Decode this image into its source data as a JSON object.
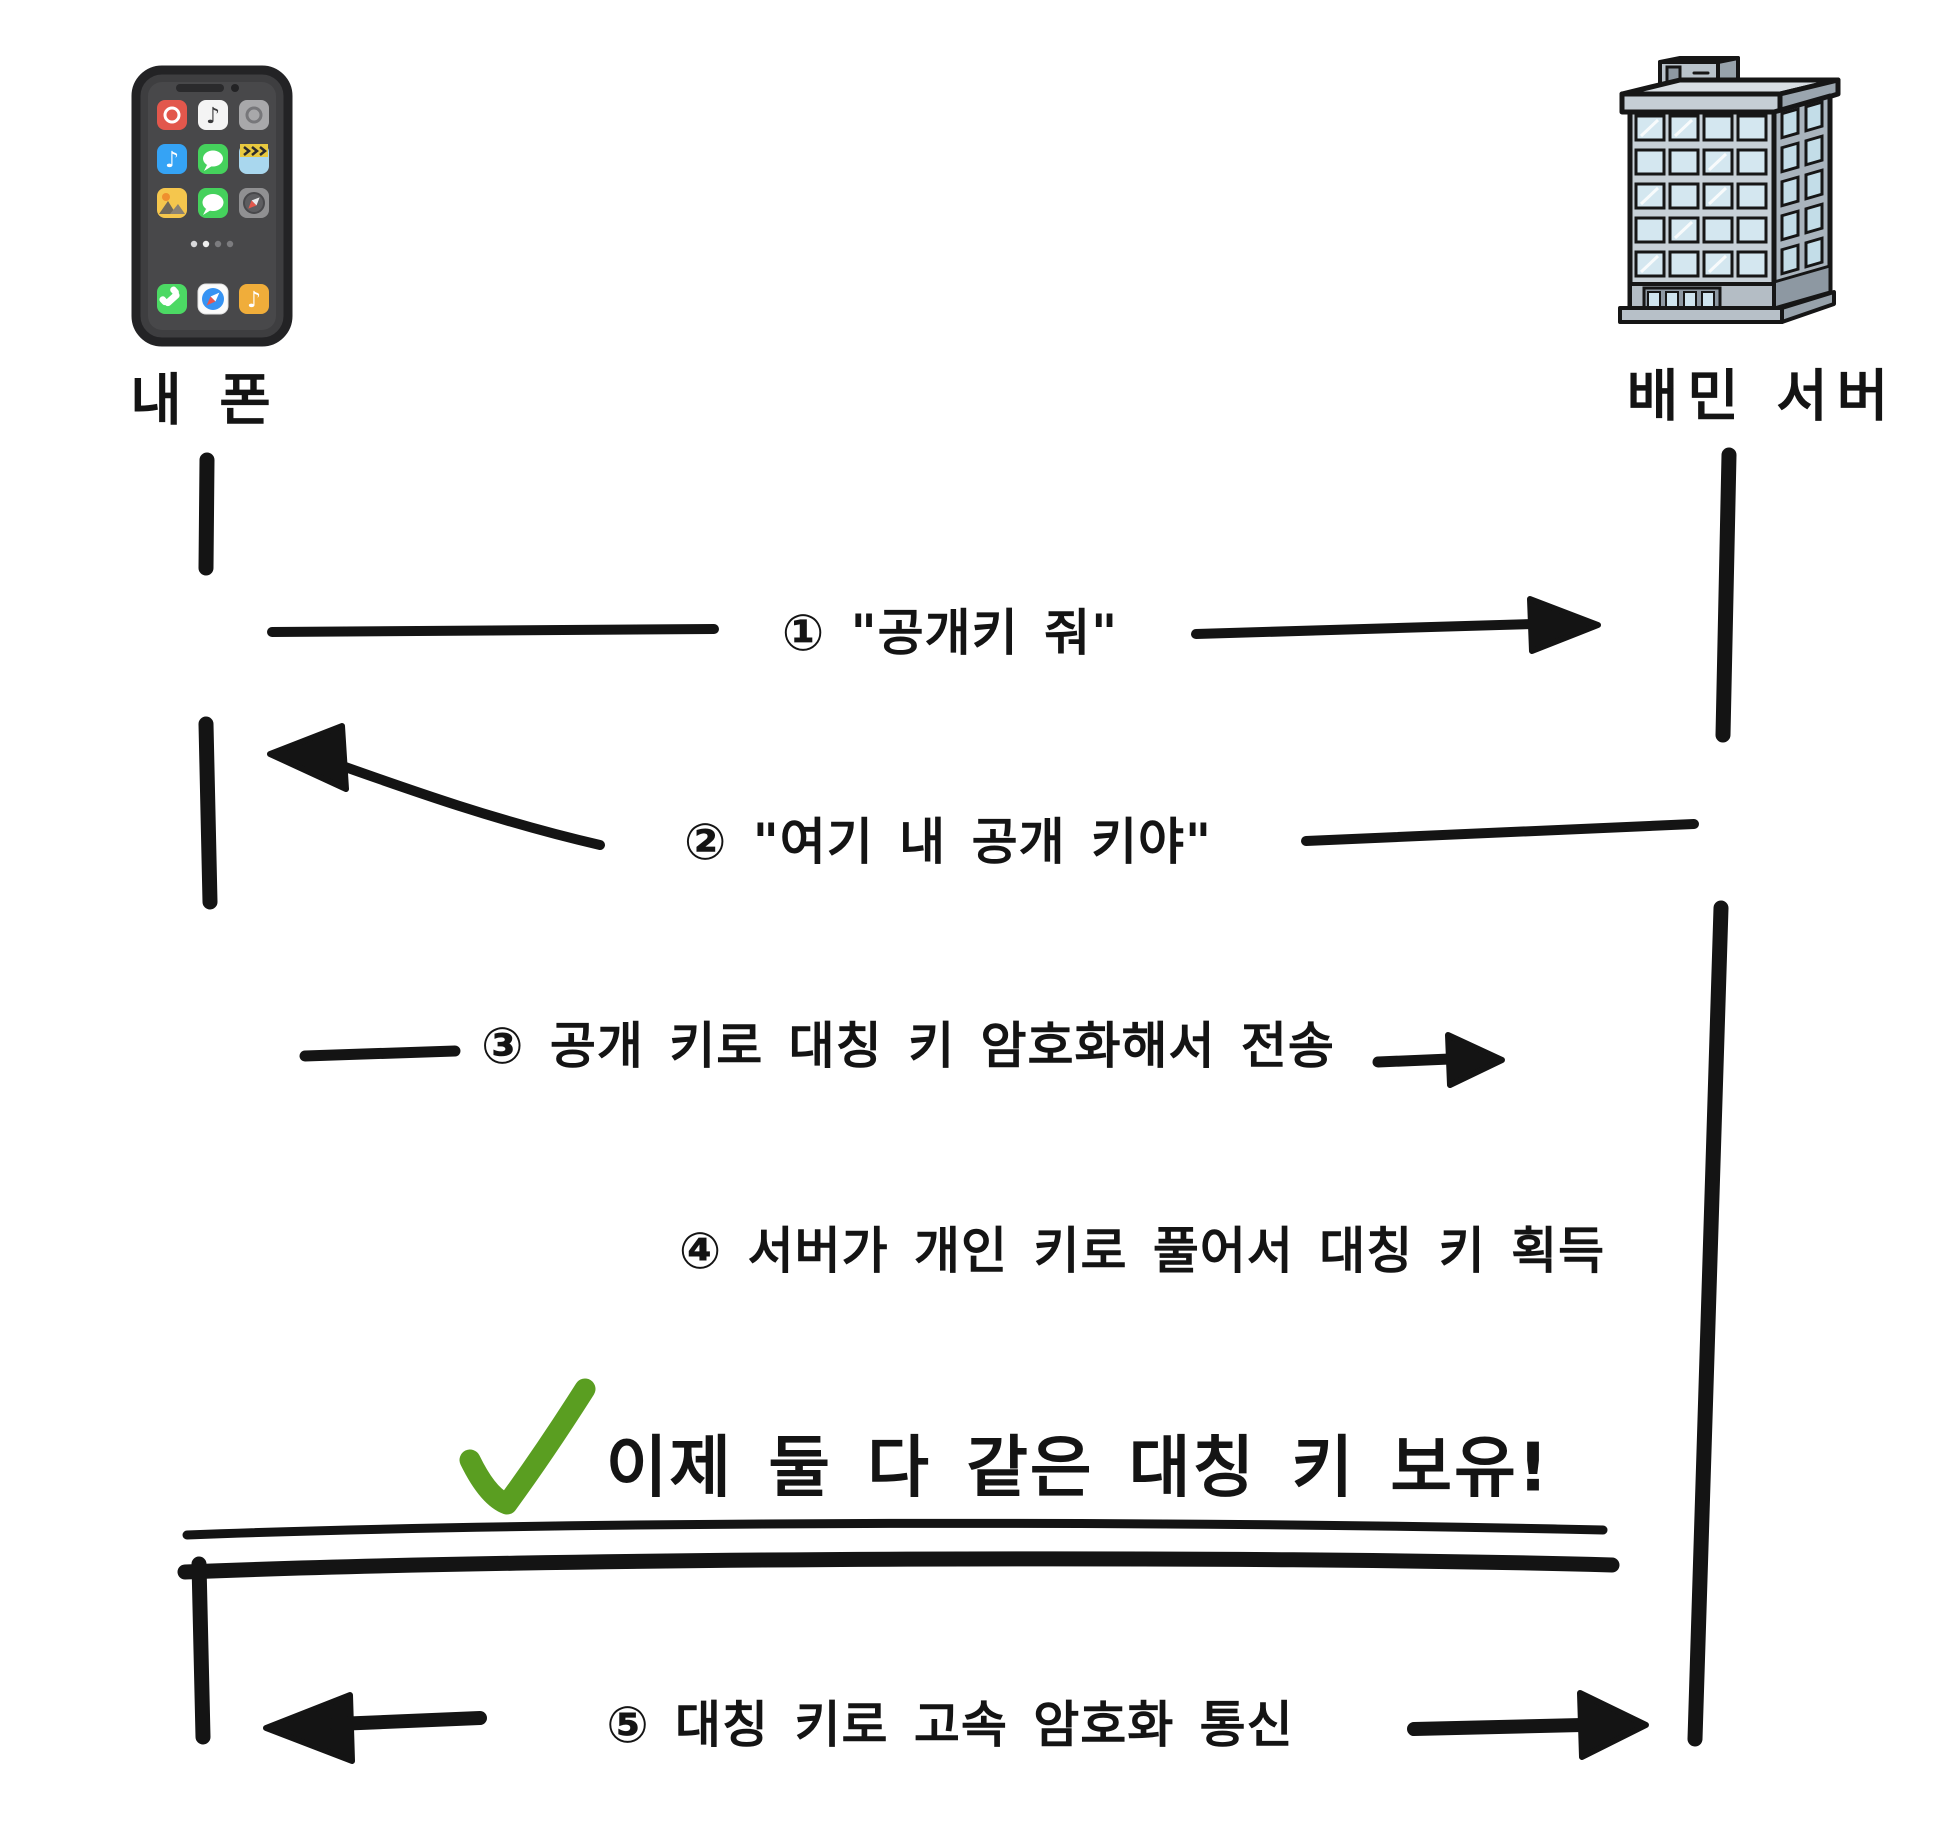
{
  "colors": {
    "ink": "#141414",
    "check_green": "#5a9e21",
    "building_face": "#c7d0d7",
    "building_side": "#a9b4bd",
    "window_blue": "#d4e7f0",
    "phone_body": "#3e3e40"
  },
  "icons": {
    "music_note": "♪"
  },
  "actors": {
    "client": {
      "label": "내 폰",
      "icon": "smartphone-icon"
    },
    "server": {
      "label": "배민 서버",
      "icon": "office-building-icon"
    }
  },
  "messages": [
    {
      "label": "① \"공개키 줘\"",
      "arrow": "right"
    },
    {
      "label": "② \"여기 내 공개 키야\"",
      "arrow": "left"
    },
    {
      "label": "③ 공개 키로 대칭 키 암호화해서 전송",
      "arrow": "right"
    },
    {
      "label": "④ 서버가 개인 키로 풀어서 대칭 키 획득",
      "arrow": "none"
    },
    {
      "label": "⑤ 대칭 키로 고속 암호화 통신",
      "arrow": "both"
    }
  ],
  "milestone": {
    "icon": "checkmark-icon",
    "label": "이제 둘 다 같은 대칭 키 보유!"
  }
}
